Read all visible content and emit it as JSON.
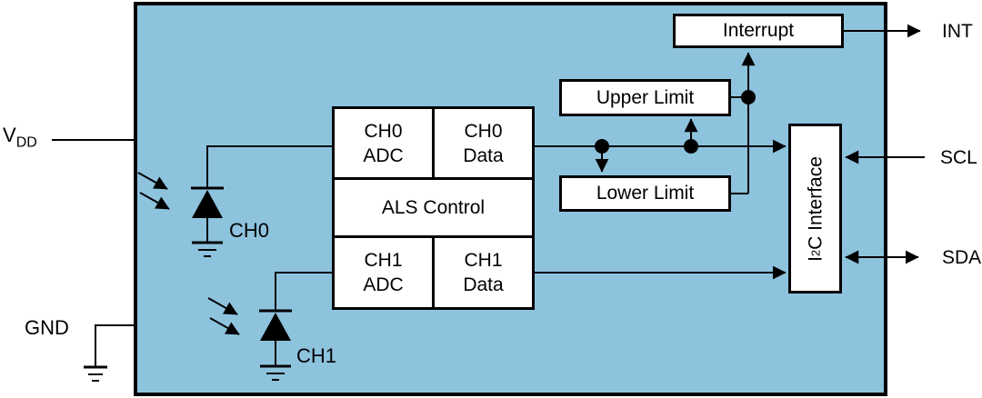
{
  "diagram": {
    "title": "ambient-light-sensor-block-diagram",
    "colors": {
      "chip_fill": "#8EC3DE",
      "block_fill": "#FFFFFF",
      "line": "#000000"
    },
    "pins": {
      "vdd_main": "V",
      "vdd_sub": "DD",
      "gnd": "GND",
      "int": "INT",
      "scl": "SCL",
      "sda": "SDA"
    },
    "photodiodes": {
      "ch0_label": "CH0",
      "ch1_label": "CH1"
    },
    "blocks": {
      "ch0_adc_line1": "CH0",
      "ch0_adc_line2": "ADC",
      "ch0_data_line1": "CH0",
      "ch0_data_line2": "Data",
      "als_control": "ALS Control",
      "ch1_adc_line1": "CH1",
      "ch1_adc_line2": "ADC",
      "ch1_data_line1": "CH1",
      "ch1_data_line2": "Data",
      "upper_limit": "Upper Limit",
      "lower_limit": "Lower Limit",
      "interrupt": "Interrupt",
      "i2c_pre": "I",
      "i2c_sup": "2",
      "i2c_post": "C Interface"
    }
  }
}
